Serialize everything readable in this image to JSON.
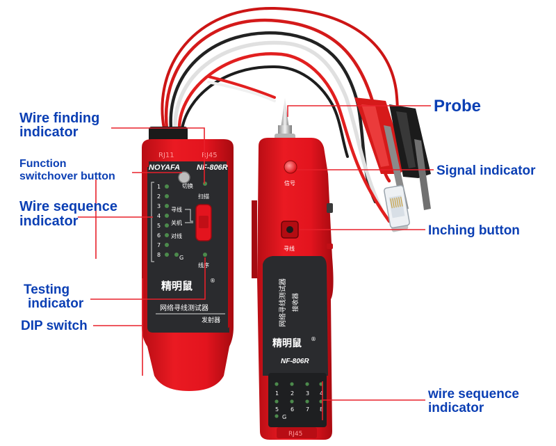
{
  "callouts": {
    "wire_finding": [
      "Wire finding",
      "indicator"
    ],
    "function_switchover": [
      "Function",
      "switchover button"
    ],
    "wire_sequence_left": [
      "Wire sequence",
      "indicator"
    ],
    "testing": [
      "Testing",
      "indicator"
    ],
    "dip_switch": "DIP switch",
    "probe": "Probe",
    "signal_indicator": "Signal indicator",
    "inching_button": "Inching button",
    "wire_sequence_right": [
      "wire sequence",
      "indicator"
    ]
  },
  "transmitter": {
    "brand": "NOYAFA",
    "model": "NF-806R",
    "top_labels": [
      "RJ11",
      "RJ45"
    ],
    "pin_numbers": [
      "1",
      "2",
      "3",
      "4",
      "5",
      "6",
      "7",
      "8",
      "G"
    ],
    "switch_label": "切换",
    "scan_label": "扫描",
    "mode_labels": [
      "寻线",
      "关机",
      "对线"
    ],
    "sequence_label": "线序",
    "logo_text": "精明鼠",
    "name_text": "网络寻线测试器",
    "role_text": "发射器"
  },
  "receiver": {
    "signal_label": "信号",
    "find_label": "寻线",
    "name_text": "网络寻线测试器",
    "role_text": "接收器",
    "logo_text": "精明鼠",
    "model": "NF-806R",
    "pin_top": [
      "1",
      "2",
      "3",
      "4"
    ],
    "pin_bottom": [
      "5",
      "6",
      "7",
      "8"
    ],
    "ground": "G",
    "bottom_label": "RJ45"
  },
  "colors": {
    "device_red": "#e3141e",
    "panel_dark": "#2a2b2e",
    "callout_red": "#e8202a",
    "label_blue": "#0b3fb4",
    "led_green": "#5cb85c"
  }
}
